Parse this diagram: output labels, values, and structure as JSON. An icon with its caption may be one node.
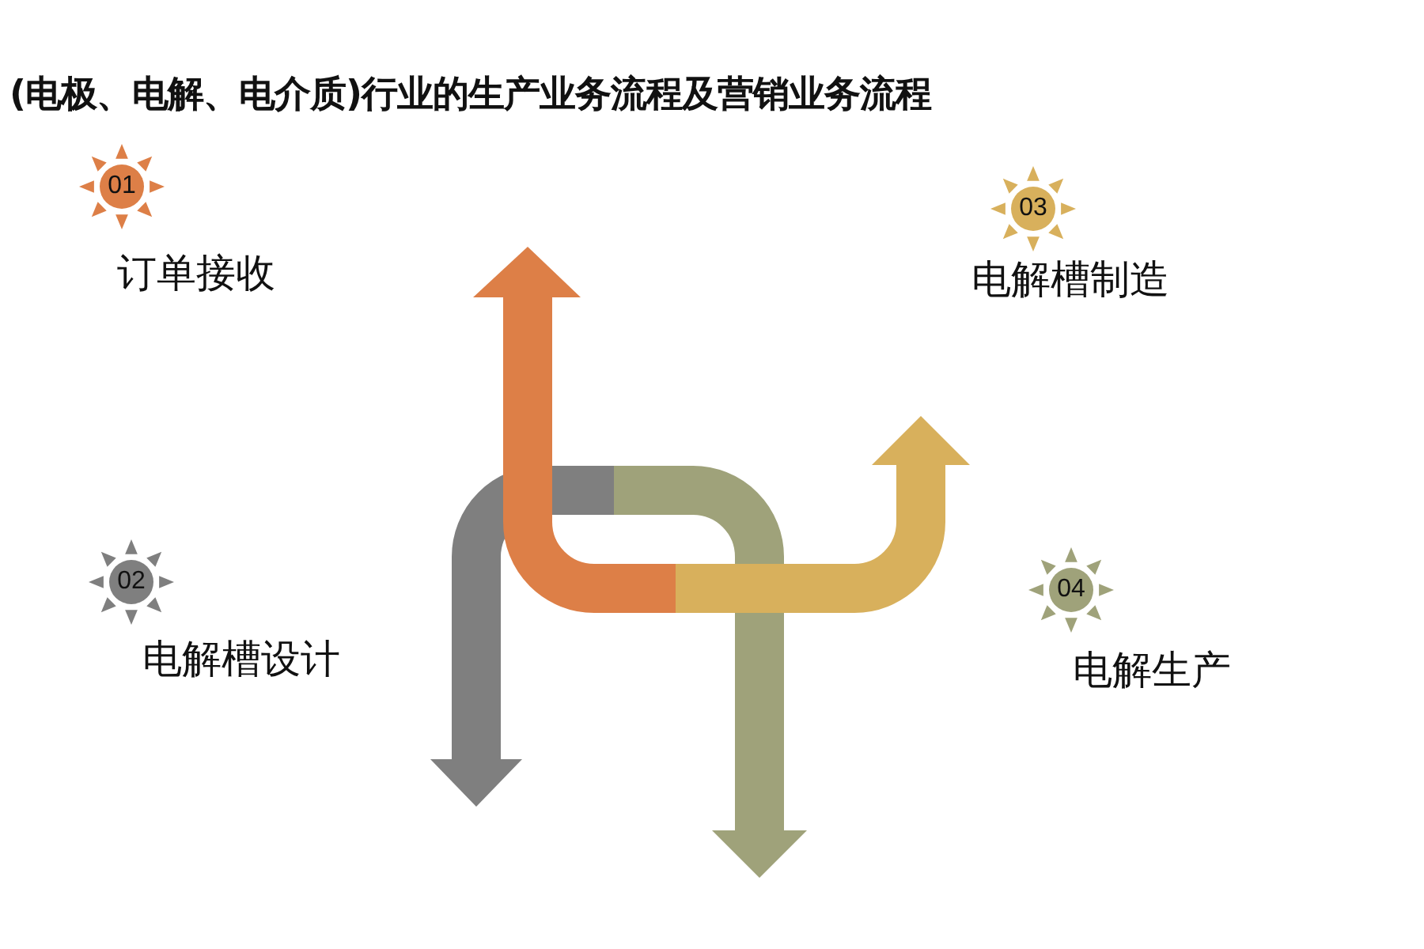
{
  "diagram": {
    "title": "(电极、电解、电介质)行业的生产业务流程及营销业务流程",
    "nodes": [
      {
        "text": [
          "01",
          "订单接收"
        ]
      },
      {
        "text": [
          "02",
          "电解槽设计"
        ]
      },
      {
        "text": [
          "03",
          "电解槽制造"
        ]
      },
      {
        "text": [
          "04",
          "电解生产"
        ]
      }
    ]
  }
}
